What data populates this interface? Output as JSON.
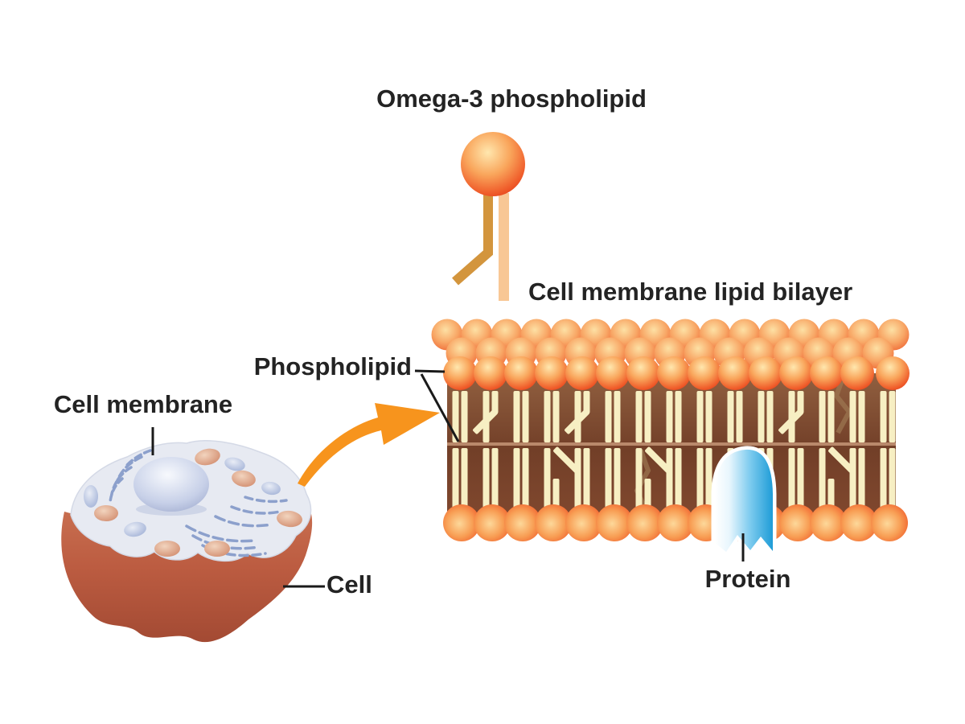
{
  "diagram": {
    "title": "Omega-3 phospholipid",
    "labels": {
      "bilayer": "Cell membrane lipid bilayer",
      "phospholipid": "Phospholipid",
      "cell_membrane": "Cell membrane",
      "cell": "Cell",
      "protein": "Protein"
    },
    "colors": {
      "lipid_head_orange": "#F05F2C",
      "lipid_head_highlight": "#FFE7AE",
      "tail_cream": "#F7EFC3",
      "membrane_brown": "#7A462E",
      "membrane_midline": "#B9896B",
      "protein_blue": "#1E9CD7",
      "arrow_orange": "#F7941D",
      "omega_tail_dark": "#D3953D",
      "omega_tail_light": "#F8C795",
      "cell_body_red": "#B85B41",
      "cell_surface_grey": "#E7EAF2",
      "nucleus_blue": "#A9B5D6",
      "organelle_pink": "#CE8465",
      "er_blue": "#8CA0CC",
      "leader_line": "#1A1A1A",
      "label_text": "#232323"
    }
  }
}
